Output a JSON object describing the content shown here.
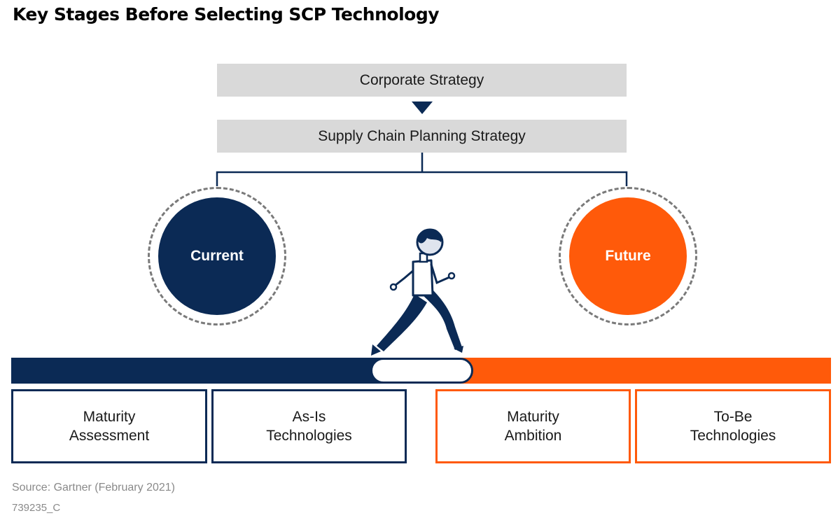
{
  "title": "Key Stages Before Selecting SCP Technology",
  "strategy": {
    "corporate": "Corporate Strategy",
    "supply_chain": "Supply Chain Planning Strategy"
  },
  "states": {
    "current": "Current",
    "future": "Future"
  },
  "stages": [
    {
      "label": "Maturity\nAssessment",
      "group": "current"
    },
    {
      "label": "As-Is\nTechnologies",
      "group": "current"
    },
    {
      "label": "Maturity\nAmbition",
      "group": "future"
    },
    {
      "label": "To-Be\nTechnologies",
      "group": "future"
    }
  ],
  "footer": {
    "source": "Source: Gartner (February 2021)",
    "doc_id": "739235_C"
  },
  "colors": {
    "navy": "#0b2a55",
    "orange": "#ff5a0a",
    "gray_box": "#d9d9d9"
  },
  "icons": [
    "walking-person-icon",
    "down-arrow-icon"
  ]
}
